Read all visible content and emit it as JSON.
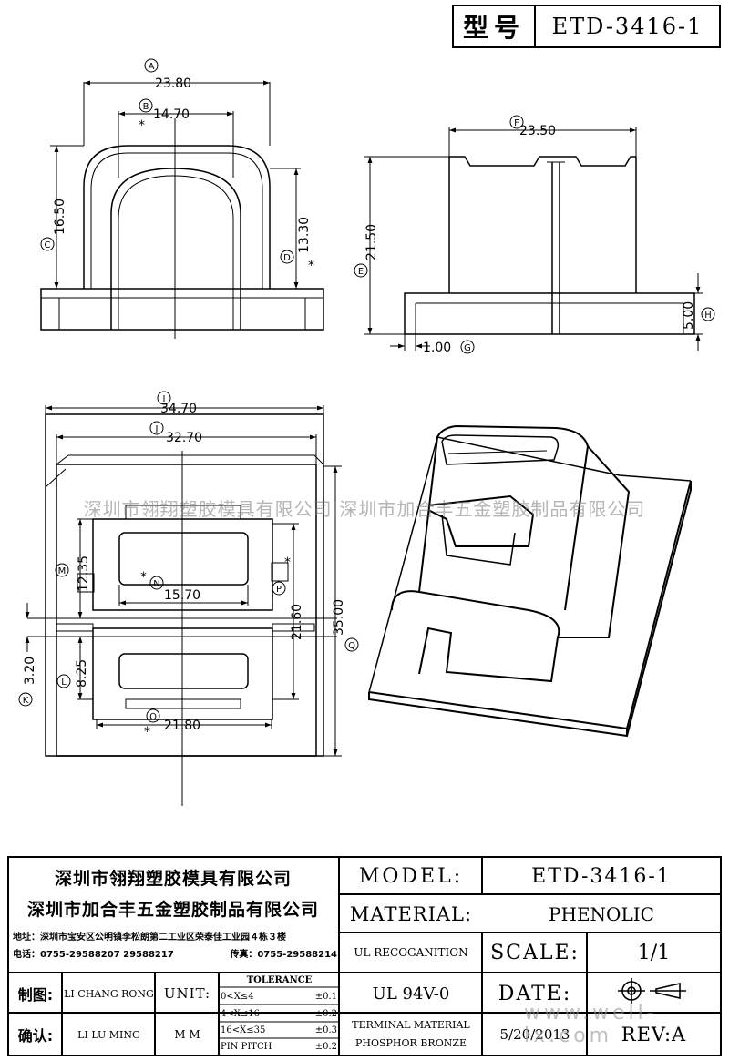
{
  "header": {
    "label": "型号",
    "model": "ETD-3416-1"
  },
  "dimensions": {
    "a": {
      "tag": "A",
      "value": "23.80"
    },
    "b": {
      "tag": "B",
      "value": "14.70"
    },
    "c": {
      "tag": "C",
      "value": "16.50"
    },
    "d": {
      "tag": "D",
      "value": "13.30"
    },
    "e": {
      "tag": "E",
      "value": "21.50"
    },
    "f": {
      "tag": "F",
      "value": "23.50"
    },
    "g": {
      "tag": "G",
      "value": "1.00"
    },
    "h": {
      "tag": "H",
      "value": "5.00"
    },
    "i": {
      "tag": "I",
      "value": "34.70"
    },
    "j": {
      "tag": "J",
      "value": "32.70"
    },
    "k": {
      "tag": "K",
      "value": "3.20"
    },
    "l": {
      "tag": "L",
      "value": "8.25"
    },
    "m": {
      "tag": "M",
      "value": "12.35"
    },
    "n": {
      "tag": "N",
      "value": "15.70"
    },
    "o": {
      "tag": "O",
      "value": "21.80"
    },
    "p": {
      "tag": "P",
      "value": "21.60"
    },
    "q": {
      "tag": "Q",
      "value": "35.00"
    },
    "star": "*"
  },
  "watermark": {
    "text": "深圳市翎翔塑胶模具有限公司|深圳市加合丰五金塑胶制品有限公司",
    "site": "www.well-lx.com"
  },
  "title_block": {
    "company1": "深圳市翎翔塑胶模具有限公司",
    "company2": "深圳市加合丰五金塑胶制品有限公司",
    "address": "地址：深圳市宝安区公明镇李松朗第二工业区荣泰佳工业园４栋３楼",
    "phone": "电话：0755-29588207  29588217",
    "fax": "传真：0755-29588214",
    "model_label": "MODEL:",
    "model_value": "ETD-3416-1",
    "material_label": "MATERIAL:",
    "material_value": "PHENOLIC",
    "ul_label": "UL RECOGANITION",
    "ul_value": "UL 94V-0",
    "scale_label": "SCALE:",
    "scale_value": "1/1",
    "date_label": "DATE:",
    "date_value": "5/20/2013",
    "terminal_label": "TERMINAL MATERIAL",
    "terminal_value": "PHOSPHOR  BRONZE",
    "rev_label": "REV:A",
    "drawn_label": "制图:",
    "drawn_name": "LI CHANG RONG",
    "checked_label": "确认:",
    "checked_name": "LI LU MING",
    "unit_label": "UNIT:",
    "unit_value": "M M",
    "tolerance_title": "TOLERANCE",
    "tolerances": [
      {
        "range": "0<X≤4",
        "value": "±0.1"
      },
      {
        "range": "4<X≤16",
        "value": "±0.2"
      },
      {
        "range": "16<X≤35",
        "value": "±0.3"
      },
      {
        "range": "PIN PITCH",
        "value": "±0.2"
      }
    ]
  }
}
